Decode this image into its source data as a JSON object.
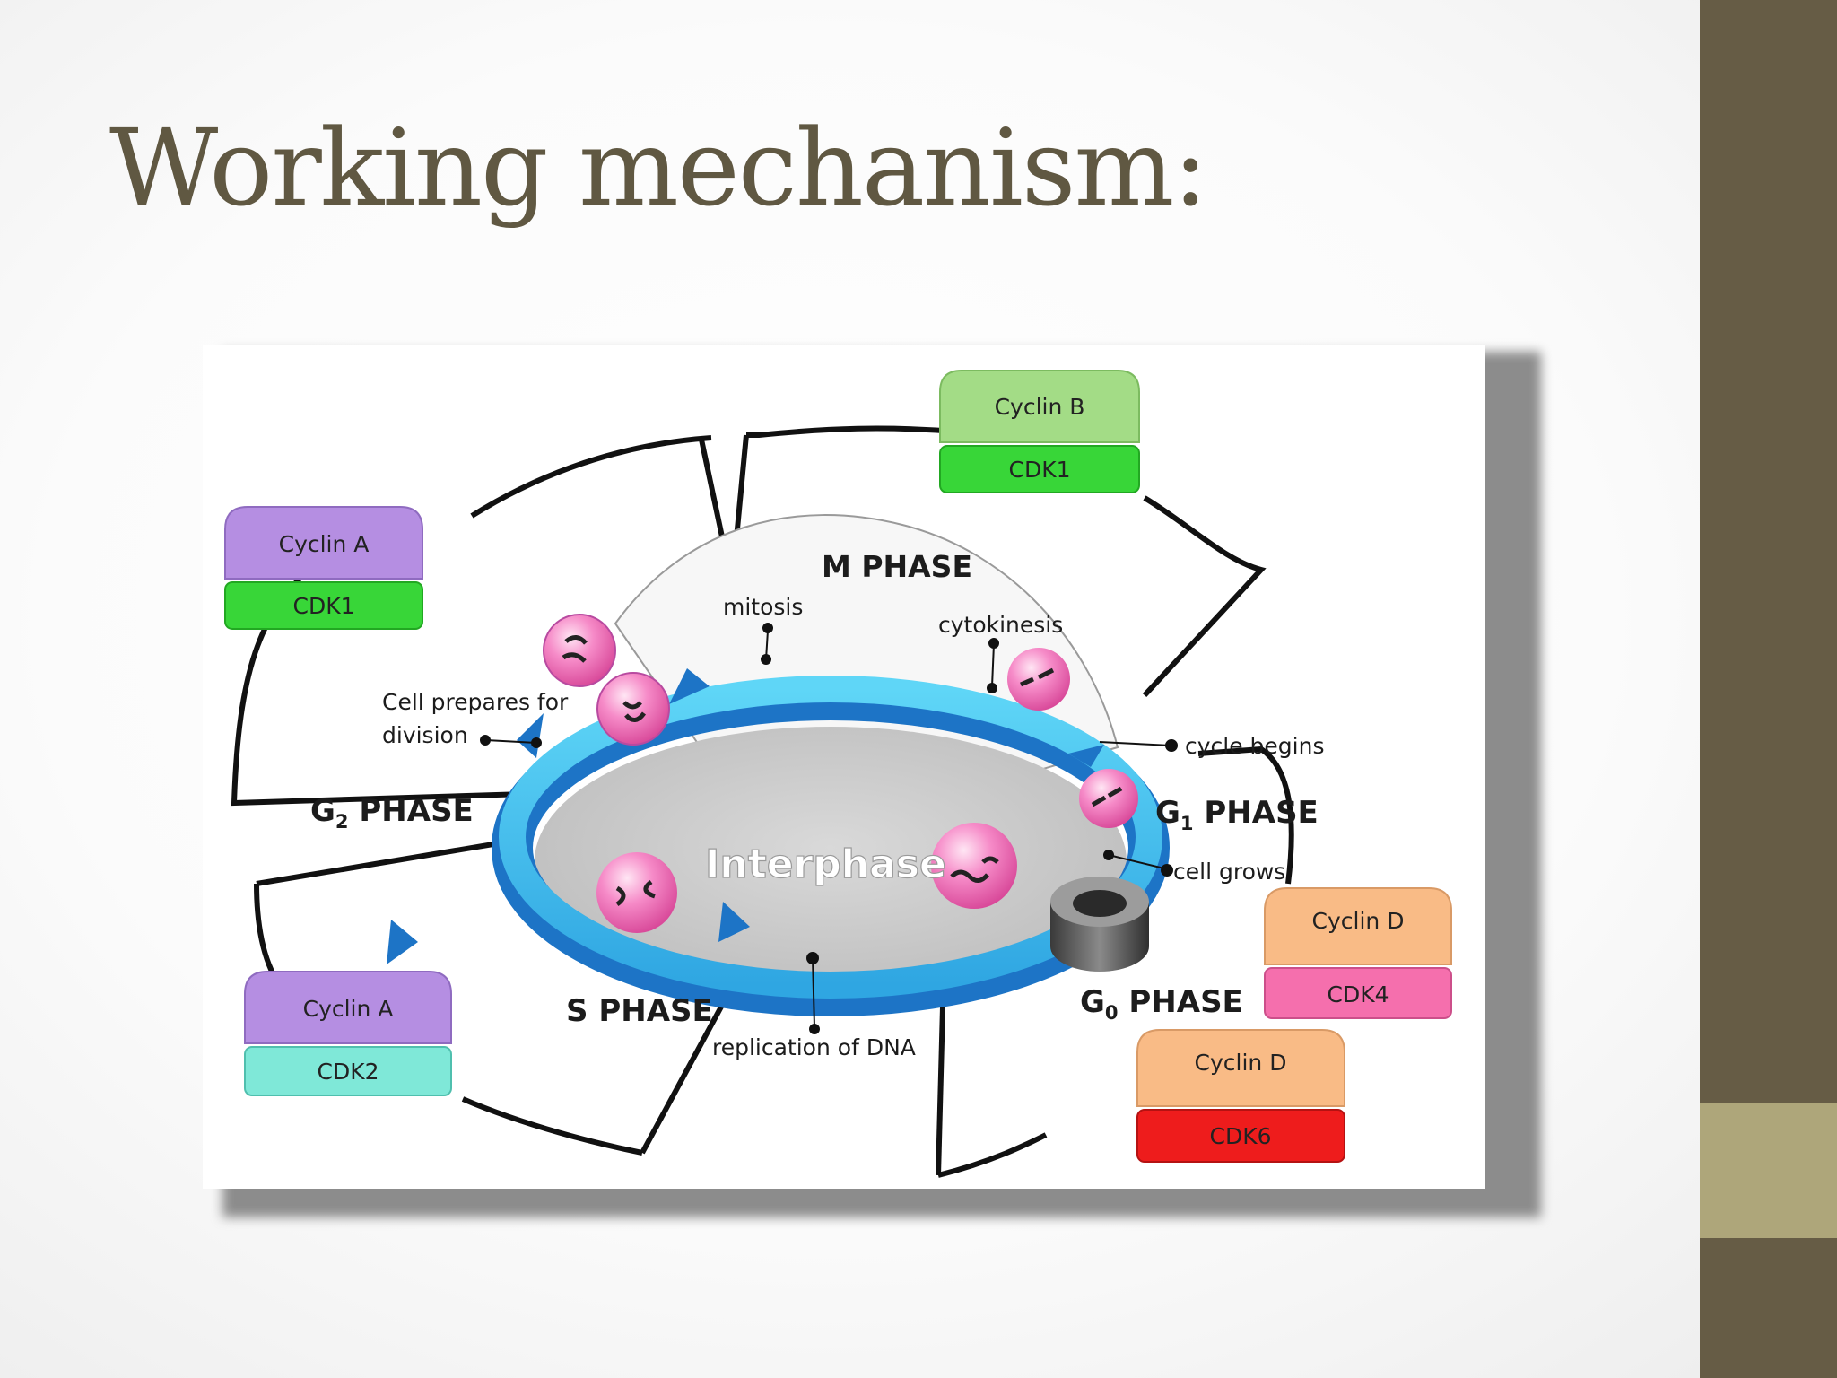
{
  "slide": {
    "title": "Working mechanism:"
  },
  "diagram": {
    "phases": {
      "m": "M PHASE",
      "g1_prefix": "G",
      "g1_sub": "1",
      "g1_suffix": " PHASE",
      "g2_prefix": "G",
      "g2_sub": "2",
      "g2_suffix": " PHASE",
      "g0_prefix": "G",
      "g0_sub": "0",
      "g0_suffix": " PHASE",
      "s": "S PHASE"
    },
    "center_label": "Interphase",
    "annotations": {
      "mitosis": "mitosis",
      "cytokinesis": "cytokinesis",
      "cycle_begins": "cycle begins",
      "cell_grows": "cell grows",
      "replication": "replication of DNA",
      "prepares_line1": "Cell prepares for",
      "prepares_line2": "division"
    },
    "complexes": [
      {
        "cyclin": "Cyclin B",
        "cdk": "CDK1",
        "cyclin_color": "#a3dc86",
        "cdk_color": "#38d638"
      },
      {
        "cyclin": "Cyclin A",
        "cdk": "CDK1",
        "cyclin_color": "#b58ee2",
        "cdk_color": "#38d638"
      },
      {
        "cyclin": "Cyclin A",
        "cdk": "CDK2",
        "cyclin_color": "#b58ee2",
        "cdk_color": "#7fe8d8"
      },
      {
        "cyclin": "Cyclin D",
        "cdk": "CDK4",
        "cyclin_color": "#f9bb86",
        "cdk_color": "#f56fad"
      },
      {
        "cyclin": "Cyclin D",
        "cdk": "CDK6",
        "cyclin_color": "#f9bb86",
        "cdk_color": "#ee1c1c"
      }
    ]
  },
  "colors": {
    "title": "#605842",
    "side_bar": "#665c45",
    "side_accent": "#aea67a",
    "ring": "#3ec4ee",
    "ring_dark": "#1d74c6",
    "cell": "#f27cc0"
  }
}
